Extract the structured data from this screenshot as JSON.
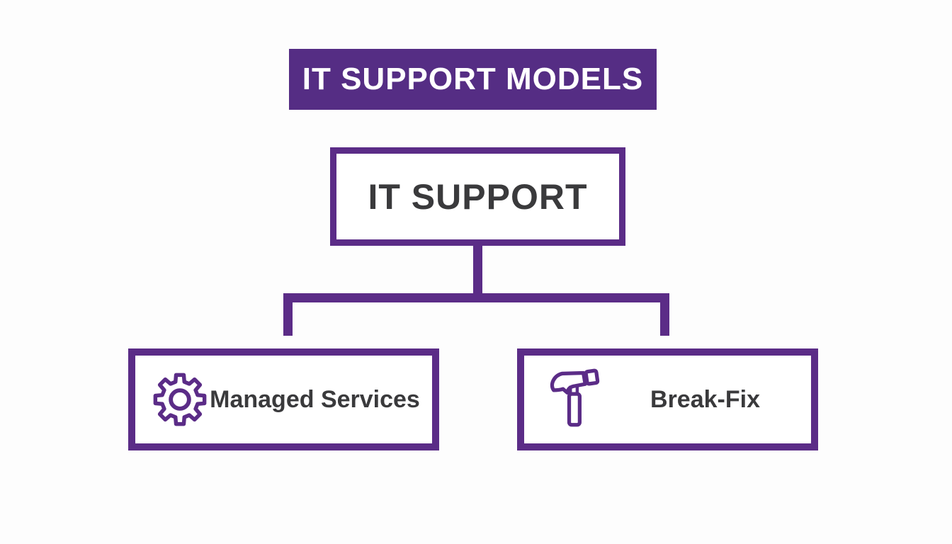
{
  "title_banner": {
    "text": "IT SUPPORT MODELS"
  },
  "diagram": {
    "root": {
      "label": "IT SUPPORT"
    },
    "children": [
      {
        "label": "Managed Services",
        "icon": "gear-icon"
      },
      {
        "label": "Break-Fix",
        "icon": "hammer-icon"
      }
    ]
  },
  "colors": {
    "purple": "#5b2c87",
    "banner": "#552d84",
    "text_dark": "#3a3a3c",
    "box_fill": "#ffffff",
    "background": "#fdfdfd"
  }
}
